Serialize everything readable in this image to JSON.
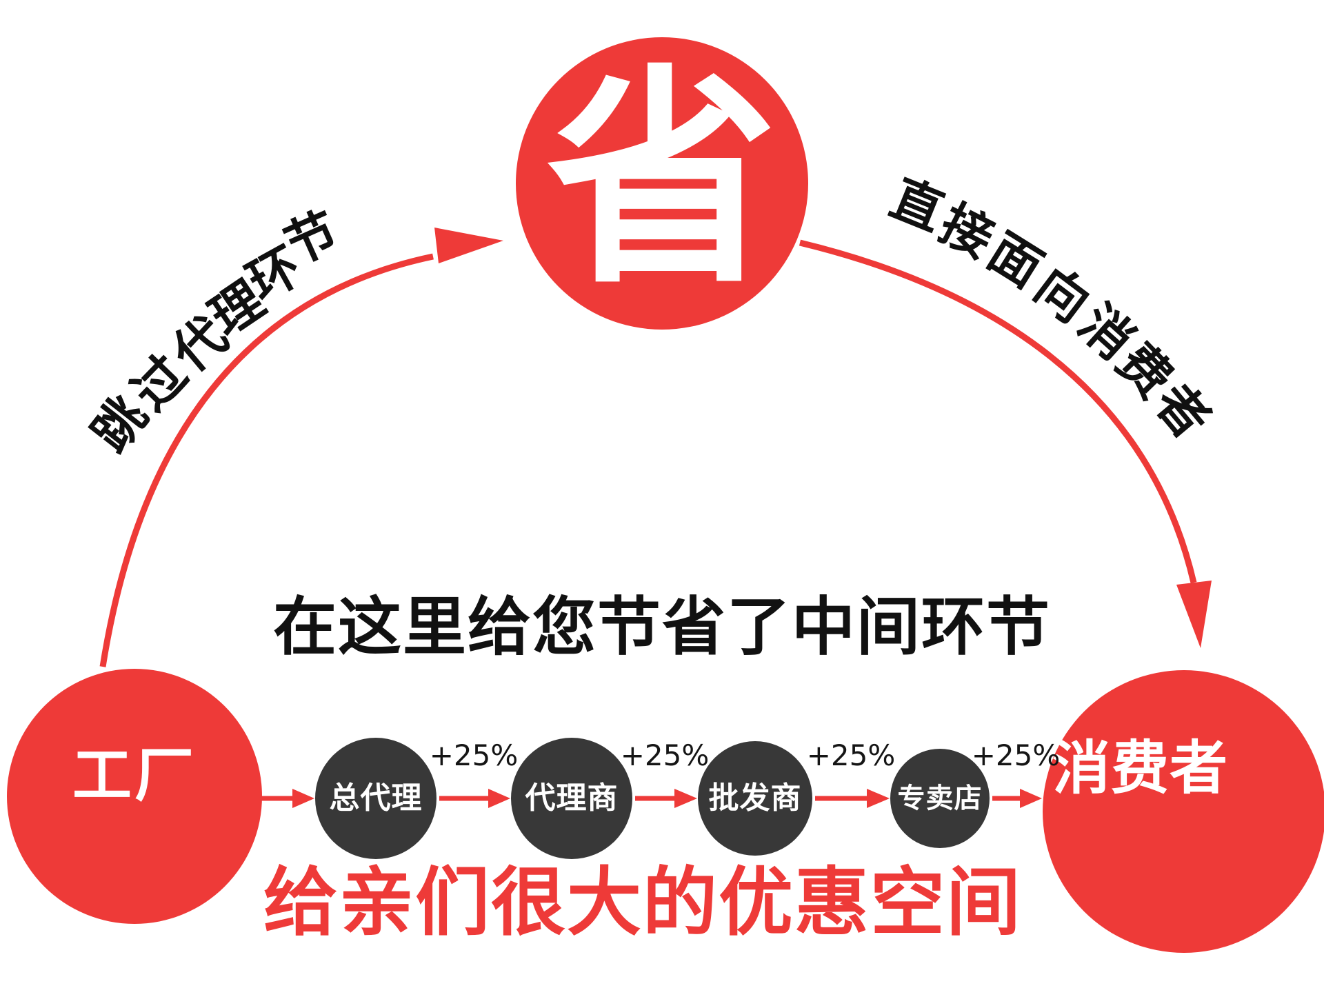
{
  "colors": {
    "brand_red": "#ee3a38",
    "node_dark": "#383838",
    "text_black": "#111111",
    "text_white": "#ffffff"
  },
  "top_circle": {
    "label": "省"
  },
  "arc_left": {
    "text": "跳过代理环节"
  },
  "arc_right": {
    "text": "直接面向消费者"
  },
  "headline": {
    "text": "在这里给您节省了中间环节"
  },
  "factory": {
    "label": "工厂"
  },
  "consumer": {
    "label": "消费者"
  },
  "chain": {
    "nodes": [
      {
        "label": "总代理"
      },
      {
        "label": "代理商"
      },
      {
        "label": "批发商"
      },
      {
        "label": "专卖店"
      }
    ],
    "markups": [
      "+25%",
      "+25%",
      "+25%",
      "+25%"
    ]
  },
  "footer": {
    "text": "给亲们很大的优惠空间"
  }
}
